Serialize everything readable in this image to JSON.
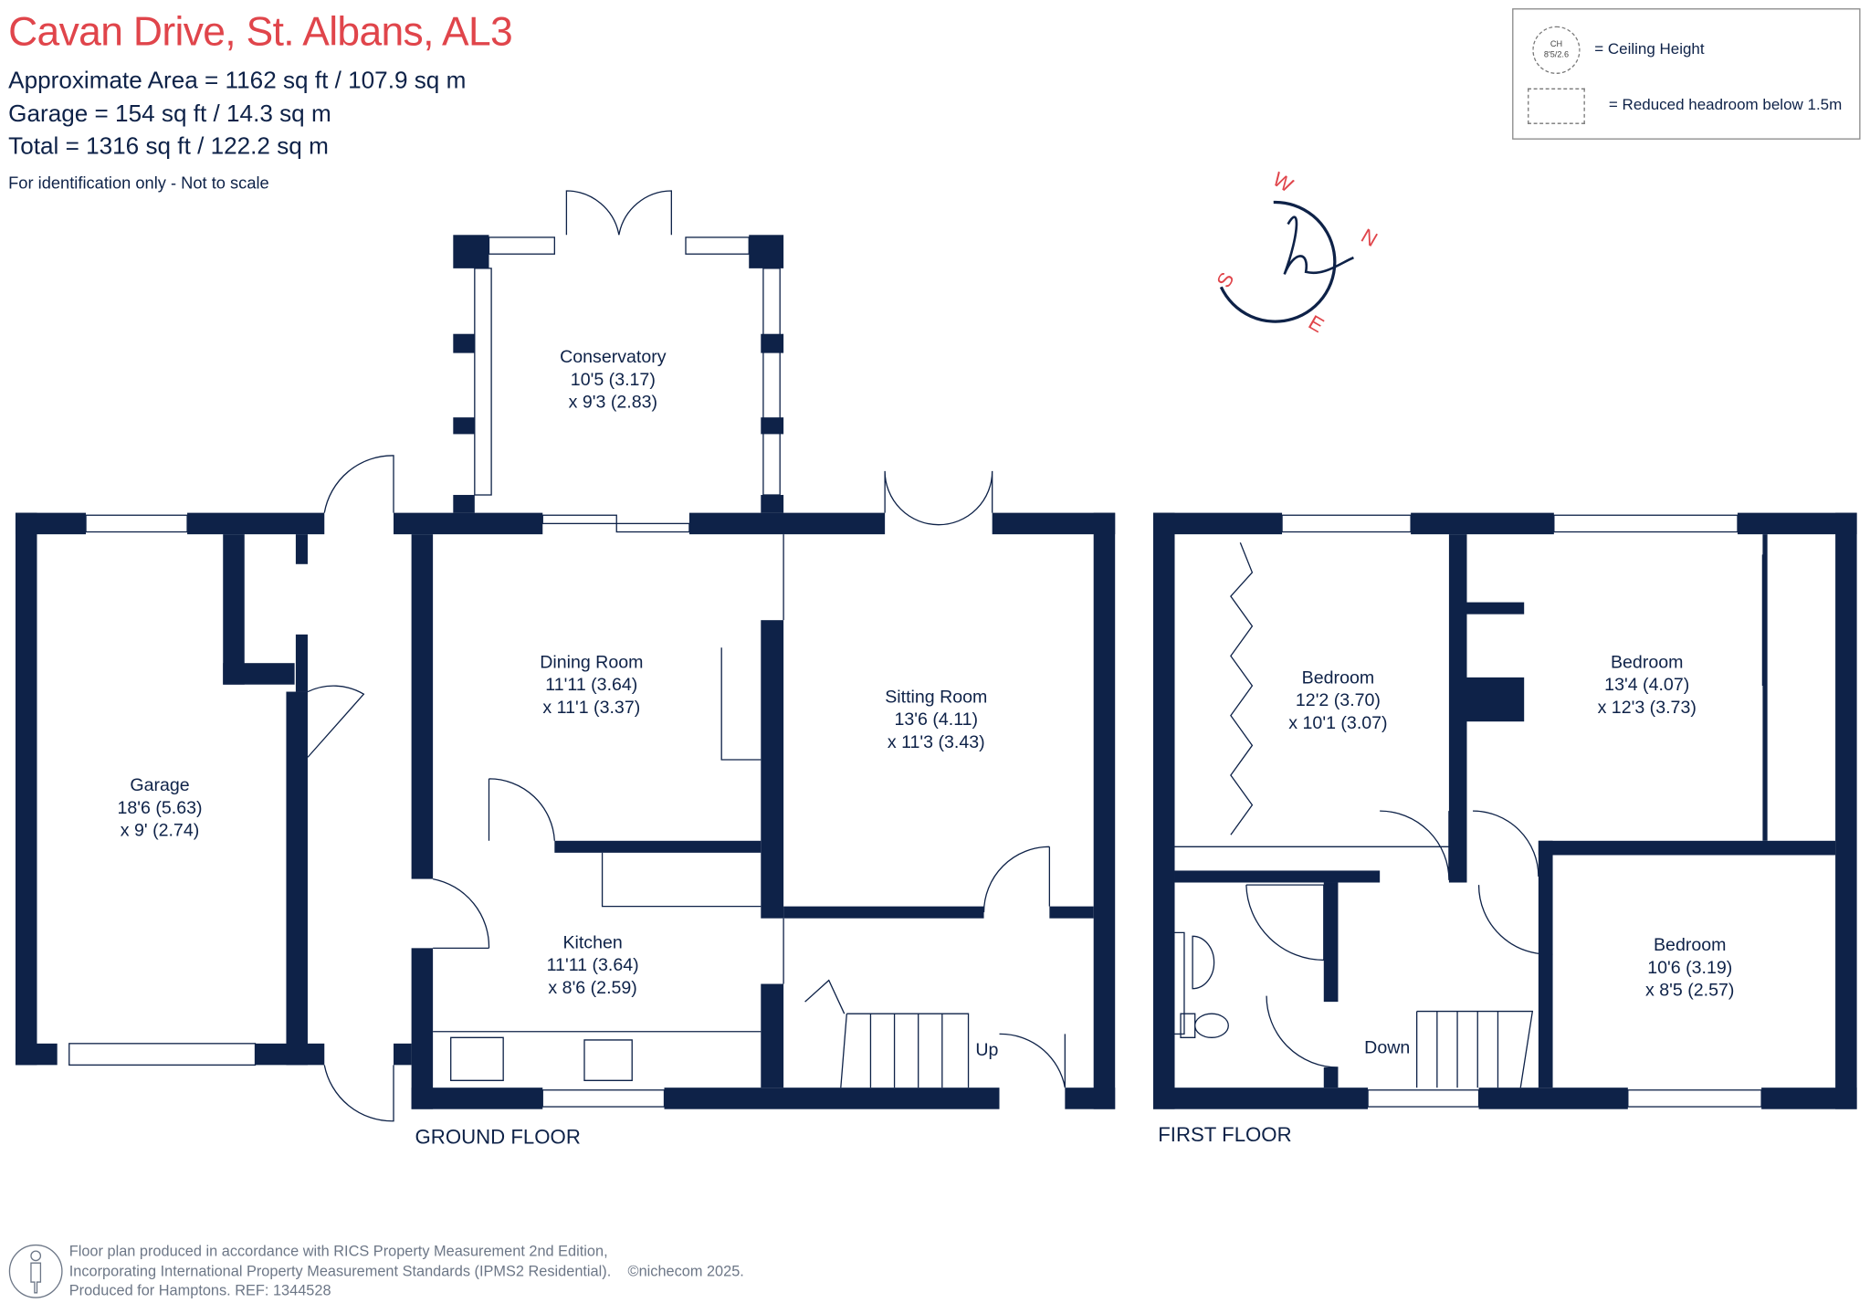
{
  "header": {
    "title": "Cavan Drive, St. Albans, AL3",
    "areas": [
      "Approximate Area = 1162 sq ft / 107.9 sq m",
      "Garage = 154 sq ft / 14.3 sq m",
      "Total = 1316 sq ft / 122.2 sq m"
    ],
    "note": "For identification only - Not to scale"
  },
  "legend": {
    "ceiling_symbol_top": "CH",
    "ceiling_symbol_bottom": "8'5/2.6",
    "ceiling_label": "= Ceiling Height",
    "headroom_label": "= Reduced headroom below 1.5m"
  },
  "compass": {
    "n": "N",
    "e": "E",
    "s": "S",
    "w": "W"
  },
  "ground_floor": {
    "label": "GROUND FLOOR",
    "stairs_label": "Up",
    "rooms": [
      {
        "name": "Conservatory",
        "dim1": "10'5 (3.17)",
        "dim2": "x 9'3 (2.83)"
      },
      {
        "name": "Dining Room",
        "dim1": "11'11 (3.64)",
        "dim2": "x 11'1 (3.37)"
      },
      {
        "name": "Sitting Room",
        "dim1": "13'6 (4.11)",
        "dim2": "x 11'3 (3.43)"
      },
      {
        "name": "Garage",
        "dim1": "18'6 (5.63)",
        "dim2": "x 9' (2.74)"
      },
      {
        "name": "Kitchen",
        "dim1": "11'11 (3.64)",
        "dim2": "x 8'6 (2.59)"
      }
    ]
  },
  "first_floor": {
    "label": "FIRST FLOOR",
    "stairs_label": "Down",
    "rooms": [
      {
        "name": "Bedroom",
        "dim1": "12'2 (3.70)",
        "dim2": "x 10'1 (3.07)"
      },
      {
        "name": "Bedroom",
        "dim1": "13'4 (4.07)",
        "dim2": "x 12'3 (3.73)"
      },
      {
        "name": "Bedroom",
        "dim1": "10'6 (3.19)",
        "dim2": "x 8'5 (2.57)"
      }
    ]
  },
  "footer": {
    "lines": [
      "Floor plan produced in accordance with RICS Property Measurement 2nd Edition,",
      "Incorporating International Property Measurement Standards (IPMS2 Residential).",
      "Produced for Hamptons.   REF:  1344528"
    ],
    "copyright": "©nichecom 2025."
  },
  "colors": {
    "title": "#e0454b",
    "wall": "#0e2248",
    "footer": "#6d7787"
  }
}
